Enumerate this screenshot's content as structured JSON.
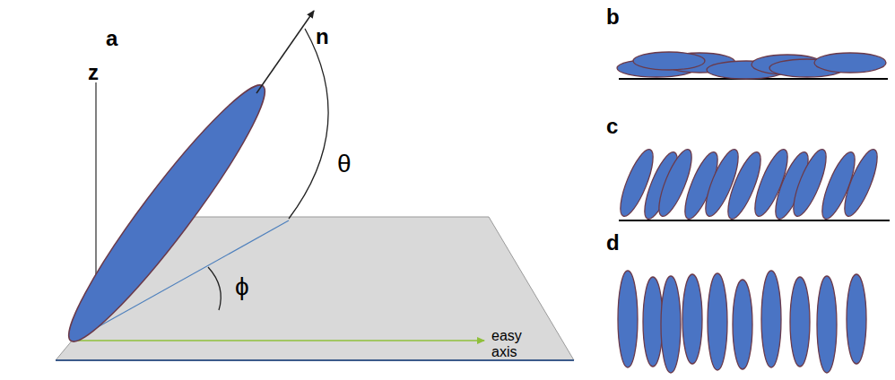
{
  "diagram": {
    "labels": [
      "a",
      "n",
      "z",
      "θ",
      "ϕ",
      "easy axis",
      "b",
      "c",
      "d"
    ]
  }
}
